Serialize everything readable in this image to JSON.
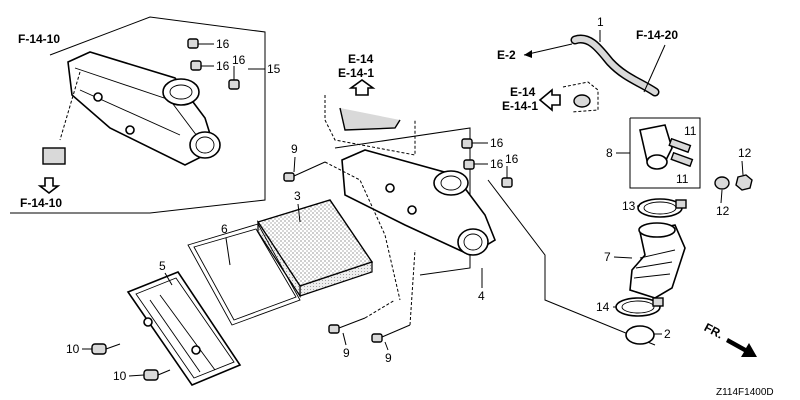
{
  "refs": {
    "f1410_top": "F-14-10",
    "f1410_bottom": "F-14-10",
    "e2": "E-2",
    "e14_a": "E-14",
    "e141_a": "E-14-1",
    "e14_b": "E-14",
    "e141_b": "E-14-1",
    "f1420": "F-14-20",
    "fr": "FR."
  },
  "callouts": {
    "n1": "1",
    "n2": "2",
    "n3": "3",
    "n4": "4",
    "n5": "5",
    "n6": "6",
    "n7": "7",
    "n8": "8",
    "n9a": "9",
    "n9b": "9",
    "n9c": "9",
    "n10a": "10",
    "n10b": "10",
    "n11a": "11",
    "n11b": "11",
    "n12a": "12",
    "n12b": "12",
    "n13": "13",
    "n14": "14",
    "n15": "15",
    "n16a": "16",
    "n16b": "16",
    "n16c": "16",
    "n16d": "16",
    "n16e": "16",
    "n16f": "16"
  },
  "drawing_code": "Z114F1400D"
}
